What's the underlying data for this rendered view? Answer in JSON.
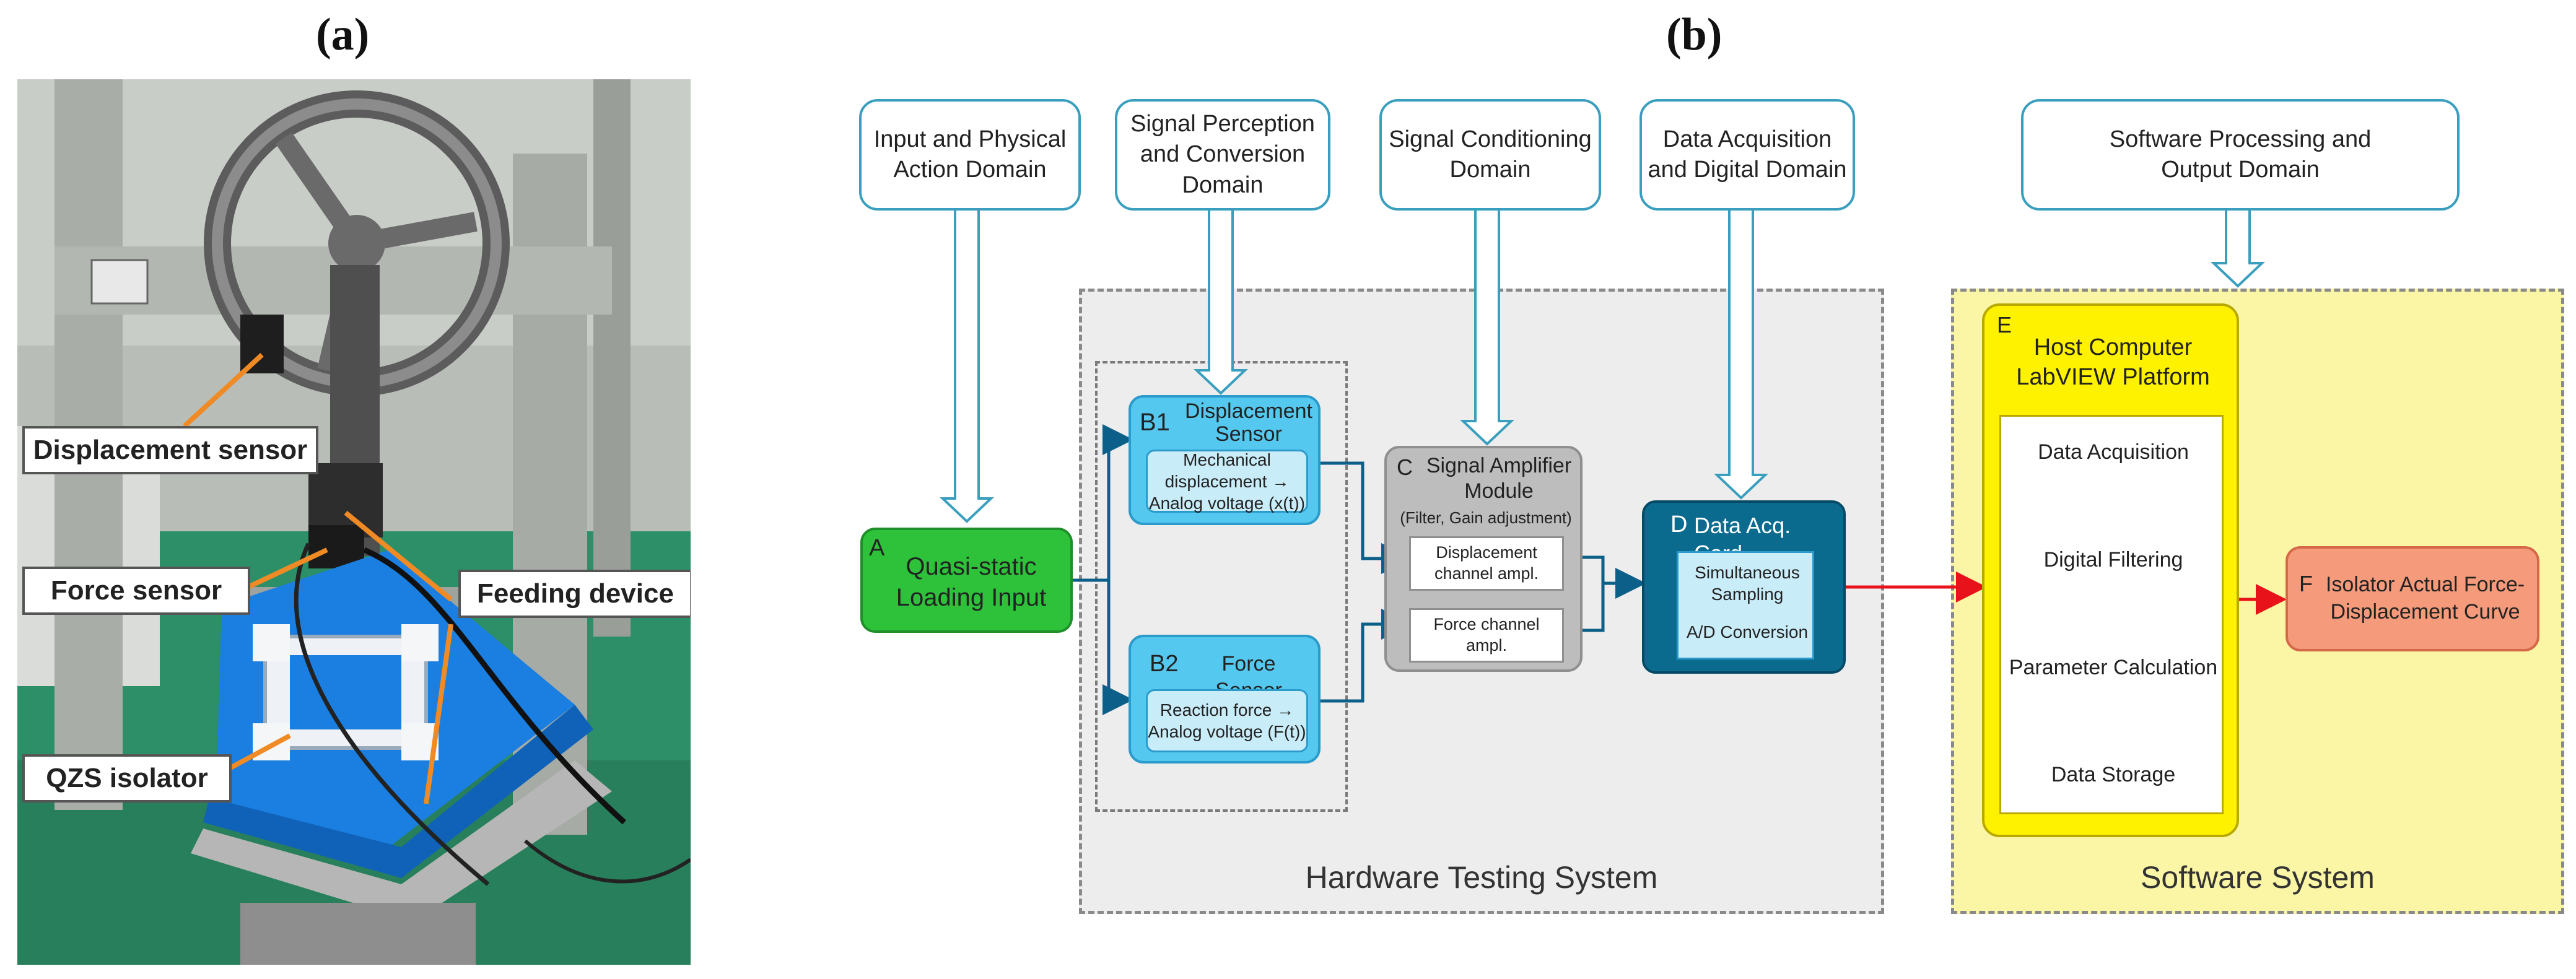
{
  "panels": {
    "a": "(a)",
    "b": "(b)"
  },
  "photo_labels": {
    "displacement_sensor": "Displacement sensor",
    "force_sensor": "Force sensor",
    "feeding_device": "Feeding device",
    "qzs_isolator": "QZS isolator"
  },
  "domains": {
    "input": "Input and Physical Action Domain",
    "signal_perception": "Signal Perception and Conversion Domain",
    "signal_conditioning": "Signal Conditioning Domain",
    "data_acquisition": "Data Acquisition and Digital Domain",
    "software": "Software Processing and Output Domain"
  },
  "regions": {
    "hardware": "Hardware Testing System",
    "software": "Software System"
  },
  "nodes": {
    "A": {
      "tag": "A",
      "text": "Quasi-static Loading Input"
    },
    "B1": {
      "tag": "B1",
      "title": "Displacement Sensor",
      "inner": "Mechanical displacement → Analog voltage (x(t))"
    },
    "B2": {
      "tag": "B2",
      "title": "Force Sensor",
      "inner": "Reaction force → Analog voltage (F(t))"
    },
    "C": {
      "tag": "C",
      "title": "Signal Amplifier Module",
      "sub": "(Filter, Gain adjustment)",
      "ch1": "Displacement channel ampl.",
      "ch2": "Force channel ampl."
    },
    "D": {
      "tag": "D",
      "title": "Data Acq. Card",
      "inner1": "Simultaneous Sampling",
      "inner2": "A/D Conversion"
    },
    "E": {
      "tag": "E",
      "title": "Host Computer LabVIEW Platform",
      "steps": [
        "Data Acquisition",
        "Digital Filtering",
        "Parameter Calculation",
        "Data Storage"
      ]
    },
    "F": {
      "tag": "F",
      "text": "Isolator Actual Force-Displacement Curve"
    }
  },
  "colors": {
    "domain_border": "#3a9fbf",
    "A_fill": "#2ec23a",
    "B_fill": "#55c8ef",
    "C_fill": "#bdbdbd",
    "D_fill": "#0b6b8f",
    "E_fill": "#fff200",
    "F_fill": "#f59a7a",
    "signal_arrow": "#0b5f88",
    "output_arrow": "#e8121a"
  }
}
